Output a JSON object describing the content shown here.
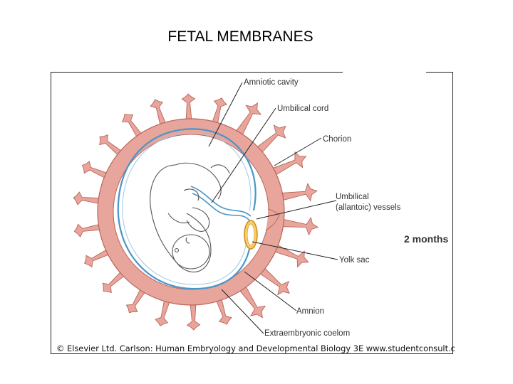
{
  "title": "FETAL MEMBRANES",
  "labels": {
    "amniotic_cavity": "Amniotic cavity",
    "umbilical_cord": "Umbilical cord",
    "chorion": "Chorion",
    "umbilical_vessels_line1": "Umbilical",
    "umbilical_vessels_line2": "(allantoic) vessels",
    "yolk_sac": "Yolk sac",
    "amnion": "Amnion",
    "extraembryonic_coelom": "Extraembryonic coelom",
    "stage": "2 months"
  },
  "credit": "© Elsevier Ltd. Carlson: Human Embryology and Developmental Biology 3E www.studentconsult.com",
  "colors": {
    "chorion_fill": "#e8a59b",
    "chorion_stroke": "#b9655a",
    "amnion_line": "#4a96c8",
    "yolk_sac": "#f4b93c"
  }
}
